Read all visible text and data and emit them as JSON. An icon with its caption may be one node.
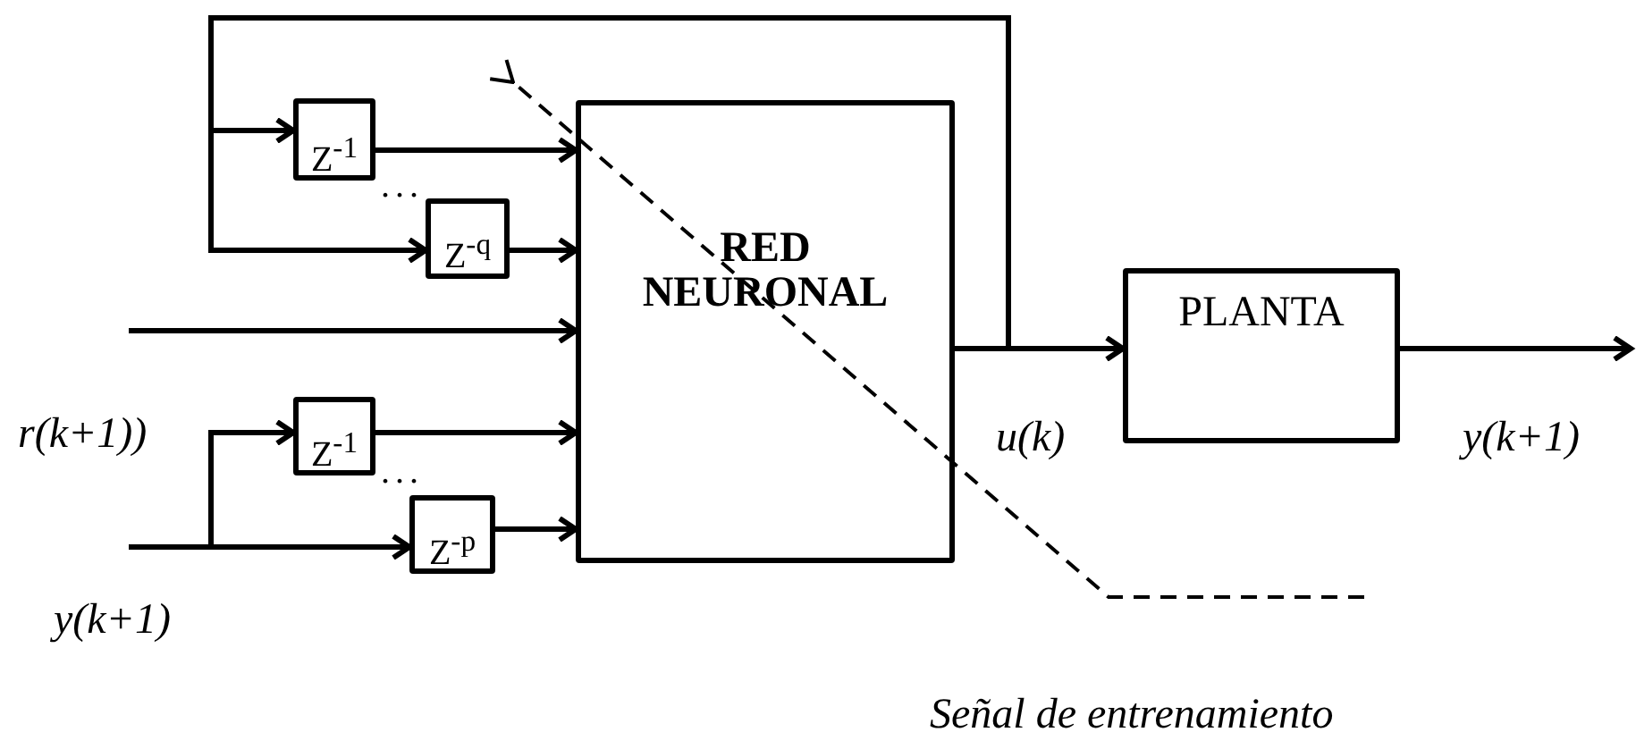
{
  "diagram": {
    "nodes": [
      {
        "text": [
          "Z$^{-1}$"
        ]
      },
      {
        "text": [
          "Z$^{-q}$"
        ]
      },
      {
        "text": [
          "RED NEURONAL"
        ]
      },
      {
        "text": [
          "Z$^{-1}$"
        ]
      },
      {
        "text": [
          "Z$^{-p}$"
        ]
      },
      {
        "text": [
          "PLANTA"
        ]
      }
    ],
    "edges": [
      {
        "from": 2,
        "to": 0,
        "arrow": "to"
      },
      {
        "from": 2,
        "to": 1,
        "arrow": "to"
      },
      {
        "from": 0,
        "to": 2,
        "arrow": "to"
      },
      {
        "from": 1,
        "to": 2,
        "arrow": "to"
      },
      {
        "from": null,
        "to": 2,
        "arrow": "to"
      },
      {
        "from": null,
        "to": 3,
        "arrow": "to"
      },
      {
        "from": null,
        "to": 4,
        "arrow": "to"
      },
      {
        "from": 3,
        "to": 2,
        "arrow": "to"
      },
      {
        "from": 4,
        "to": 2,
        "arrow": "to"
      },
      {
        "from": 2,
        "to": 5,
        "arrow": "to"
      },
      {
        "from": 5,
        "to": null,
        "arrow": "to"
      }
    ],
    "labels": [
      "...",
      "r(k+1))",
      "...",
      "u(k)",
      "y(k+1)",
      "y(k+1)",
      "Señal de entrenamiento"
    ]
  }
}
